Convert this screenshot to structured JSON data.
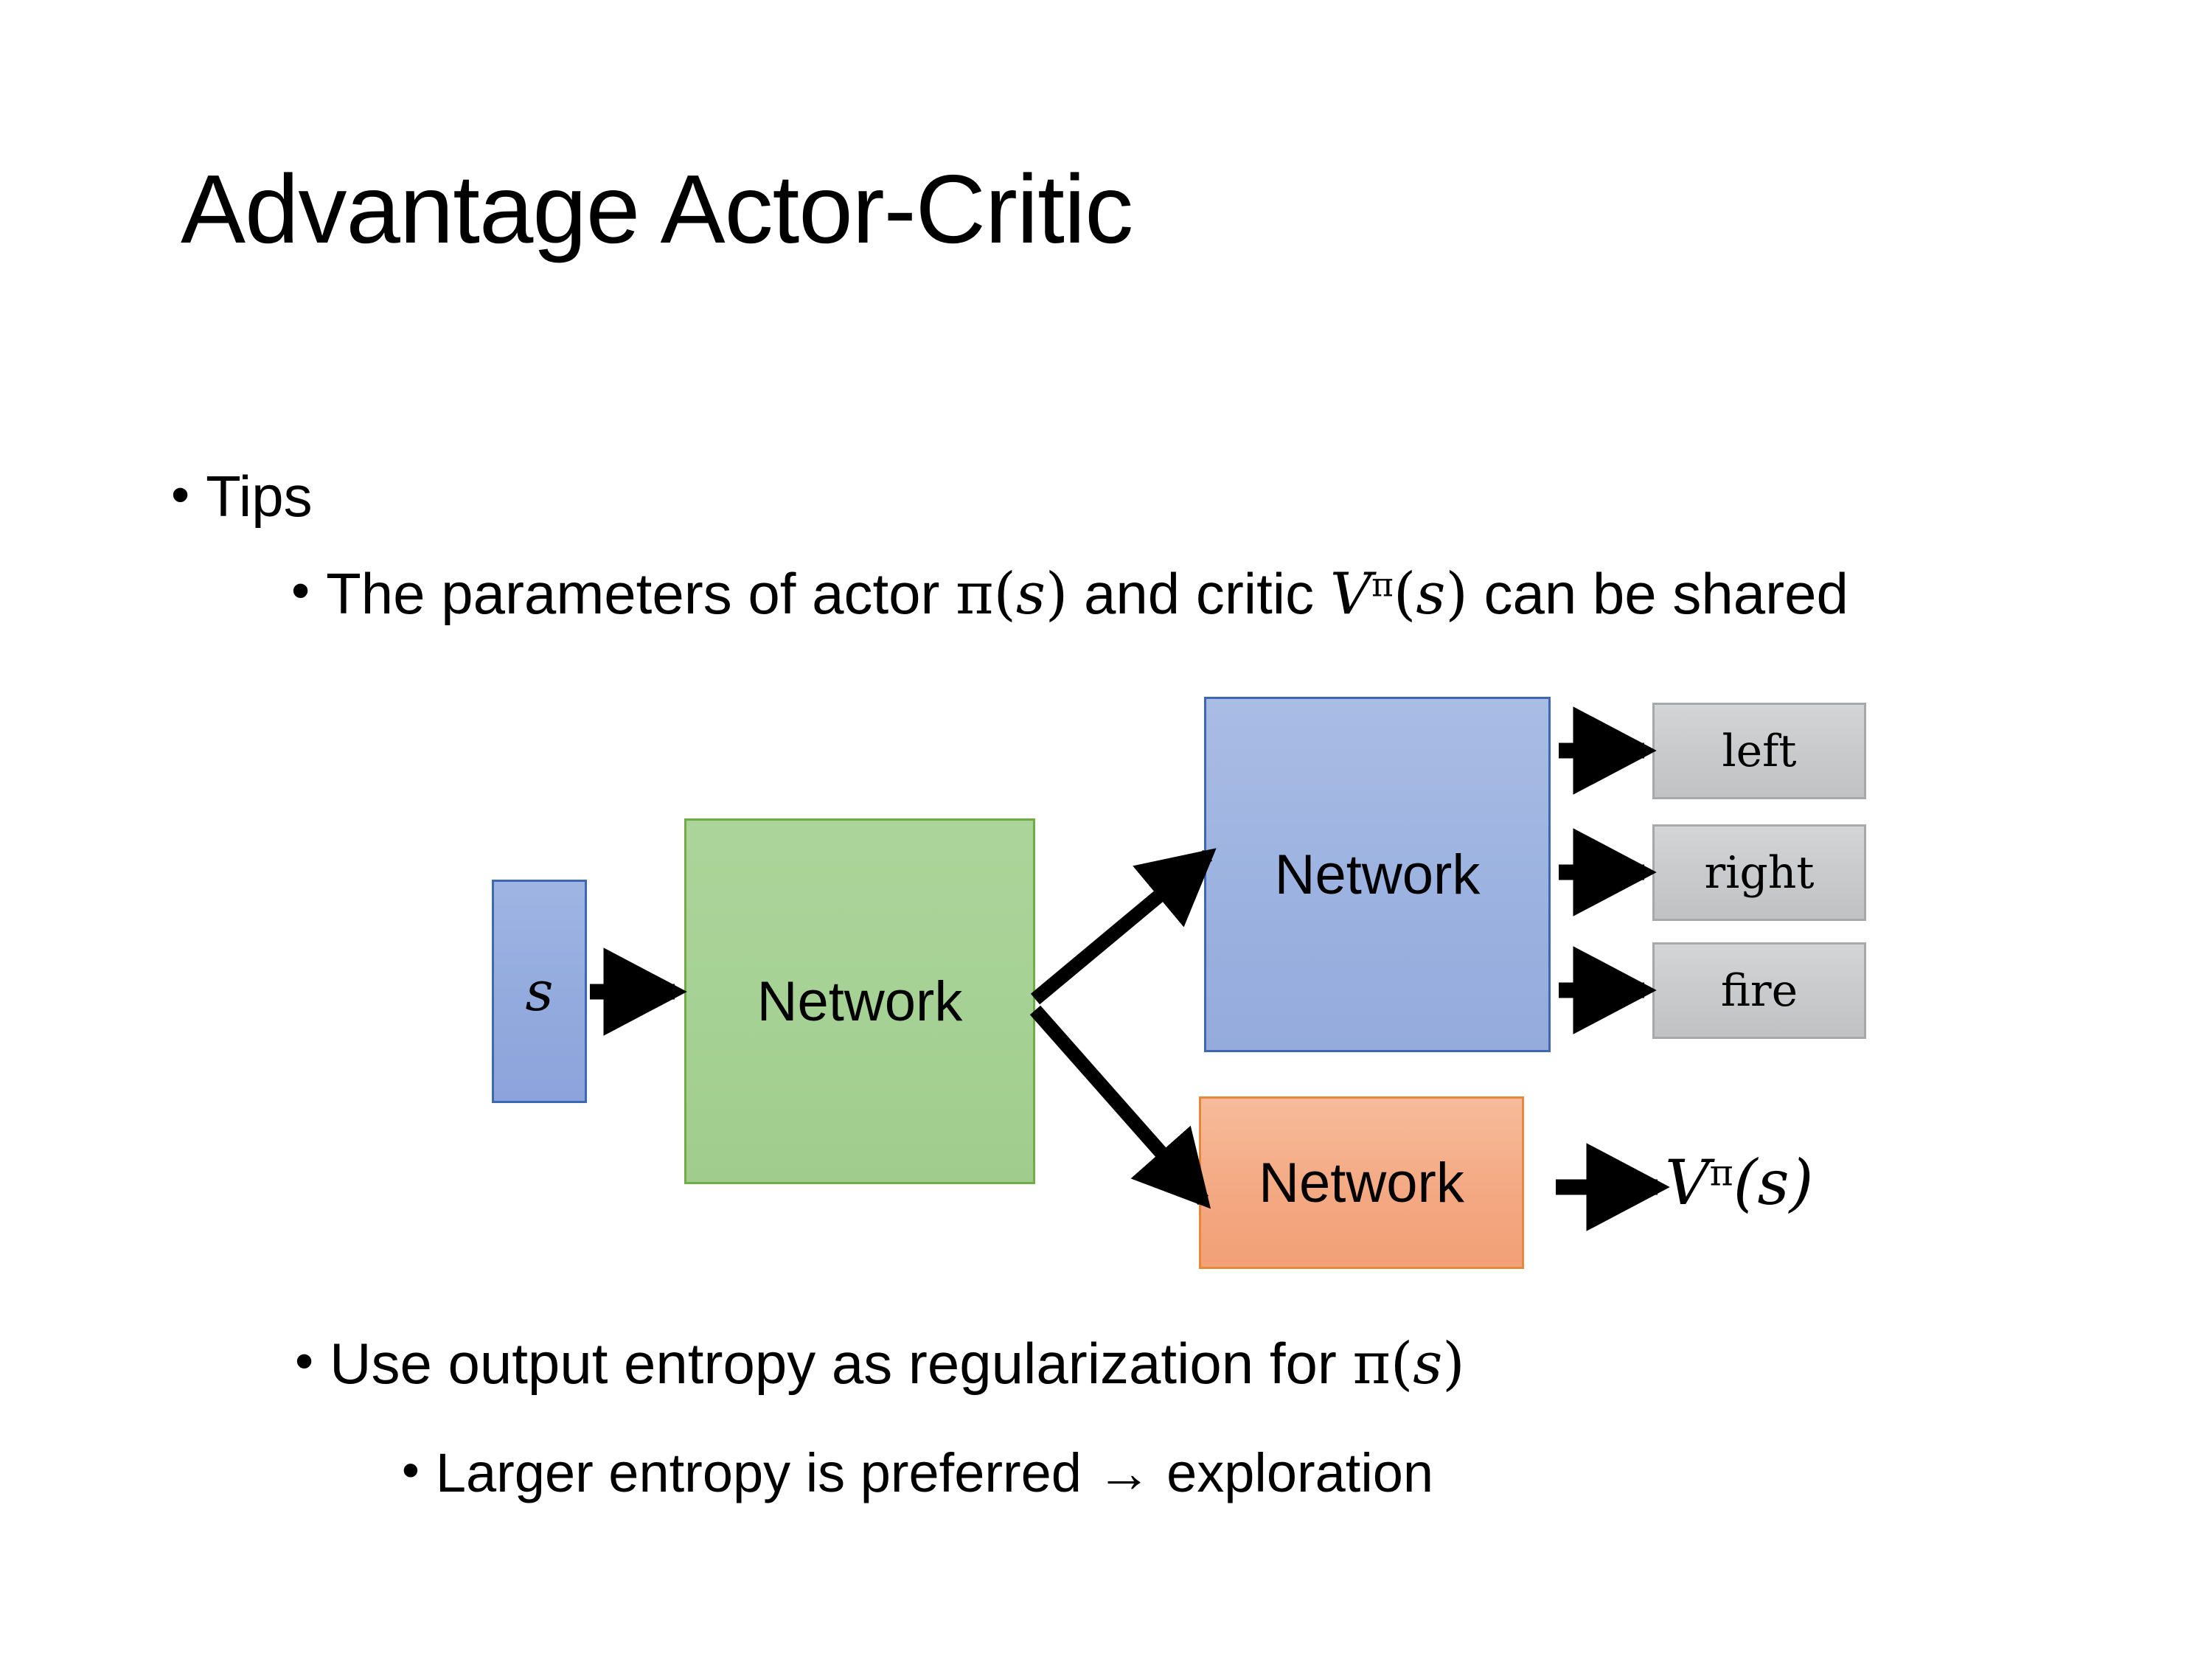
{
  "slide": {
    "title": "Advantage Actor-Critic",
    "background_color": "#FFFFFF"
  },
  "bullets": [
    {
      "level": 1,
      "marker": "•",
      "text": "Tips"
    },
    {
      "level": 2,
      "marker": "•",
      "text_before": "The parameters of actor ",
      "math_1": "π(s)",
      "text_middle": "  and critic ",
      "math_2": "Vπ(s)",
      "text_after": " can be shared",
      "full_text": "The parameters of actor π(s)  and critic Vπ(s) can be shared"
    },
    {
      "level": 2,
      "marker": "•",
      "text_before": "Use output entropy as regularization for ",
      "math_1": "π(s)",
      "full_text": "Use output entropy as regularization for π(s)"
    },
    {
      "level": 3,
      "marker": "•",
      "text": "Larger entropy is preferred → exploration"
    }
  ],
  "math_symbols": {
    "pi": "π",
    "s": "s",
    "V": "V",
    "lparen": "(",
    "rparen": ")",
    "arrow_right": "→"
  },
  "diagram": {
    "nodes": {
      "state": {
        "label": "s",
        "fill": "#93AADE",
        "border": "#3E68B0"
      },
      "shared_network": {
        "label": "Network",
        "fill": "#A6D194",
        "border": "#70AD47"
      },
      "actor_network": {
        "label": "Network",
        "fill": "#9CB2E0",
        "border": "#3E68B0"
      },
      "critic_network": {
        "label": "Network",
        "fill": "#F4A983",
        "border": "#E8863B"
      }
    },
    "actions": [
      {
        "label": "left",
        "fill": "#C9CBCC",
        "border": "#A6A8AA"
      },
      {
        "label": "right",
        "fill": "#C9CBCC",
        "border": "#A6A8AA"
      },
      {
        "label": "fire",
        "fill": "#C9CBCC",
        "border": "#A6A8AA"
      }
    ],
    "value_output": {
      "label": "Vπ(s)",
      "base": "V",
      "superscript": "π",
      "argument": "(s)"
    },
    "arrow_color": "#000000",
    "edges": [
      {
        "from": "state",
        "to": "shared_network"
      },
      {
        "from": "shared_network",
        "to": "actor_network"
      },
      {
        "from": "shared_network",
        "to": "critic_network"
      },
      {
        "from": "actor_network",
        "to": "action-left"
      },
      {
        "from": "actor_network",
        "to": "action-right"
      },
      {
        "from": "actor_network",
        "to": "action-fire"
      },
      {
        "from": "critic_network",
        "to": "value_output"
      }
    ]
  }
}
